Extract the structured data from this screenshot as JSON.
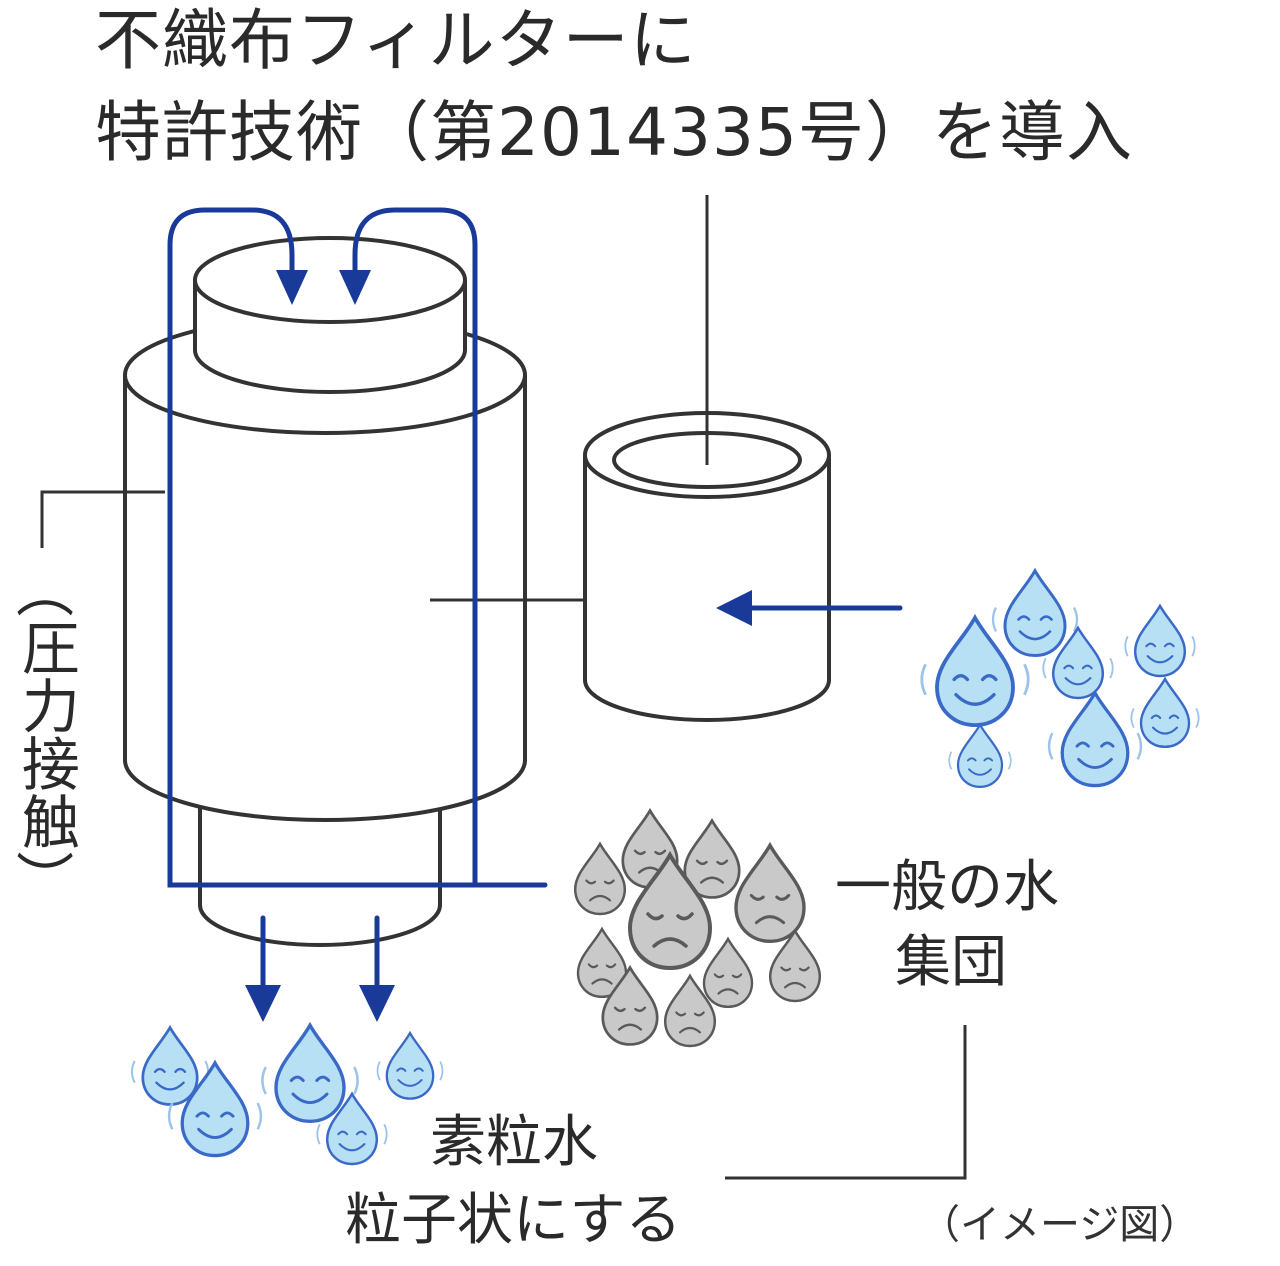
{
  "labels": {
    "title_line1": "不織布フィルターに",
    "title_line2": "特許技術（第2014335号）を導入",
    "pressure_open": "（",
    "pressure_text": "圧力接触",
    "pressure_close": "）",
    "ordinary_line1": "一般の水",
    "ordinary_line2": "集団",
    "soryusui_line1": "素粒水",
    "soryusui_line2": "粒子状にする",
    "image_note": "（イメージ図）"
  },
  "colors": {
    "flow_blue": "#1a3a9a",
    "drop_blue": "#b8e0f4",
    "drop_blue_stroke": "#3a6ac8",
    "drop_gray": "#c9c9c9",
    "drop_gray_stroke": "#5a5a5a",
    "line": "#333333"
  },
  "icons": {
    "happy_drop": "happy-water-drop-icon",
    "sad_drop": "sad-water-drop-icon",
    "arrow": "arrow-icon"
  }
}
